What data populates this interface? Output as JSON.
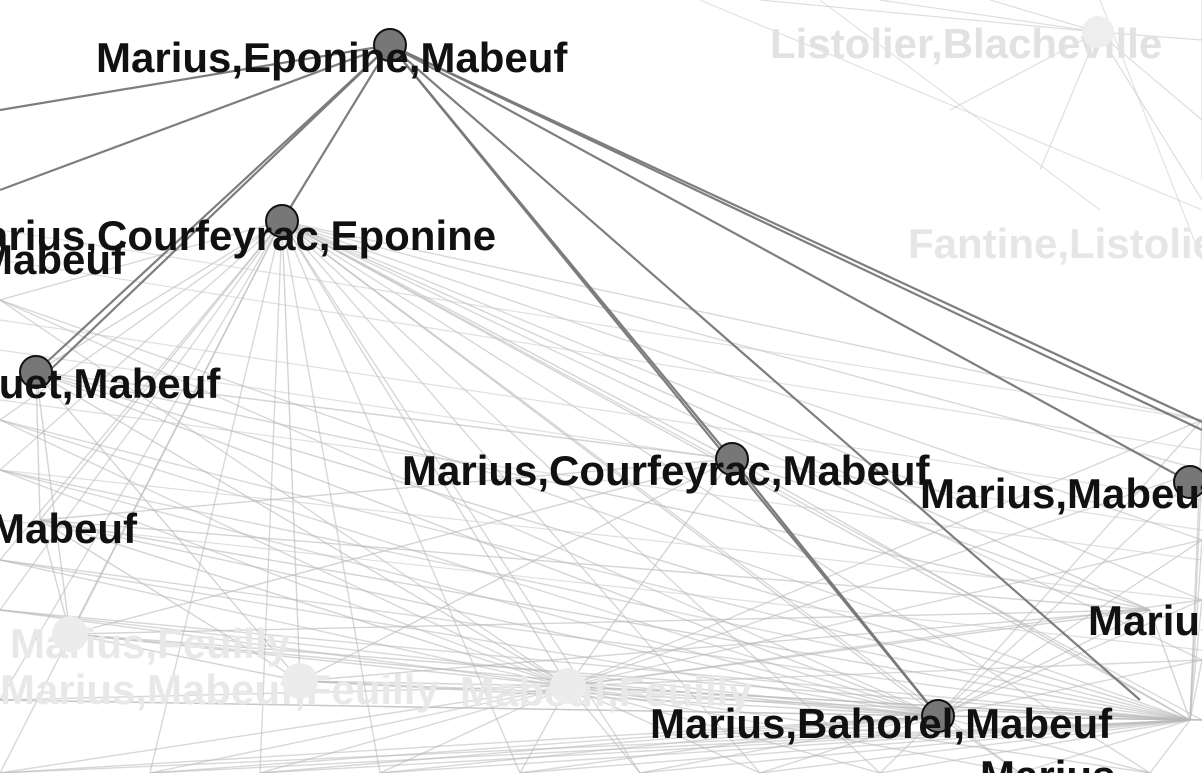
{
  "graph": {
    "highlighted_nodes": [
      {
        "id": "n1",
        "label": "Marius,Eponine,Mabeuf"
      },
      {
        "id": "n2",
        "label": "Marius,Courfeyrac,Eponine"
      },
      {
        "id": "n3",
        "label": "Bossuet,Mabeuf"
      },
      {
        "id": "n4",
        "label": "Marius,Courfeyrac,Mabeuf"
      },
      {
        "id": "n5",
        "label": "Marius,Mabeuf"
      },
      {
        "id": "n6",
        "label": "Marius,Bahorel,Mabeuf"
      }
    ],
    "clipped_labels": [
      {
        "id": "c1",
        "label": "Mabeuf"
      },
      {
        "id": "c2",
        "label": "Mabeuf"
      },
      {
        "id": "c3",
        "label": "Marius"
      },
      {
        "id": "c4",
        "label": "Marius"
      }
    ],
    "faded_nodes": [
      {
        "id": "f1",
        "label": "Listolier,Blacheville"
      },
      {
        "id": "f2",
        "label": "Fantine,Listolier"
      },
      {
        "id": "f3",
        "label": "Marius,Feuilly"
      },
      {
        "id": "f4",
        "label": "Marius,Mabeuf,Feuilly"
      },
      {
        "id": "f5",
        "label": "Mabeuf,Feuilly"
      }
    ],
    "colors": {
      "node_highlight": "#777777",
      "node_stroke": "#111111",
      "node_faded": "#eeeeee",
      "edge_dark": "#777777",
      "edge_light": "#bbbbbb",
      "label": "#111111",
      "label_faded": "#dddddd"
    }
  }
}
